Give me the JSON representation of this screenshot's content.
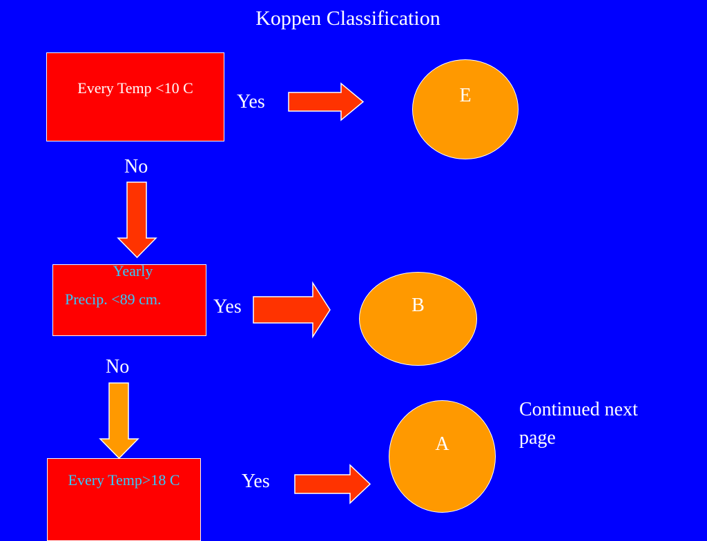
{
  "title": "Koppen Classification",
  "colors": {
    "background": "#0000ff",
    "box_fill": "#ff0000",
    "circle_fill": "#ff9900",
    "arrow_red": "#ff3300",
    "arrow_orange": "#ff9900",
    "white_text": "#ffffff",
    "cyan_text": "#33ccff"
  },
  "nodes": {
    "box1": {
      "label": "Every Temp <10 C"
    },
    "box2": {
      "line1": "Yearly",
      "line2": "Precip. <89 cm."
    },
    "box3": {
      "label": "Every Temp>18 C"
    },
    "circle_e": {
      "label": "E"
    },
    "circle_b": {
      "label": "B"
    },
    "circle_a": {
      "label": "A"
    }
  },
  "edges": {
    "yes1": "Yes",
    "no1": "No",
    "yes2": "Yes",
    "no2": "No",
    "yes3": "Yes"
  },
  "note": "Continued next page"
}
